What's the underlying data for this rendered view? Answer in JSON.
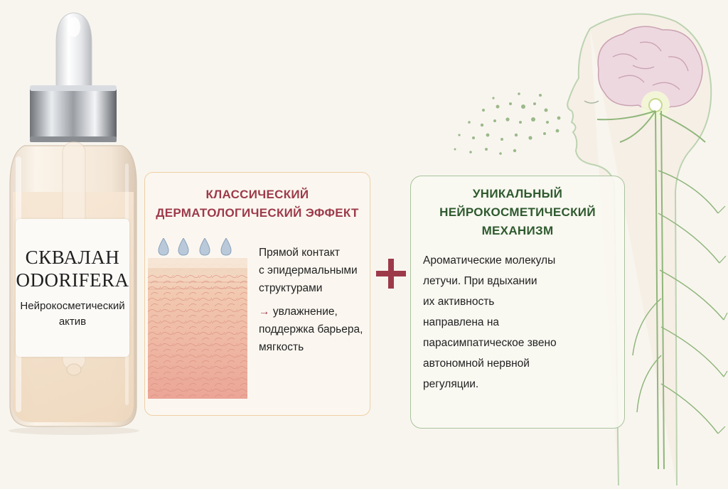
{
  "bottle": {
    "brand_line1": "СКВАЛАН",
    "brand_line2": "ODORIFERA",
    "subtitle_line1": "Нейрокосметический",
    "subtitle_line2": "актив"
  },
  "derm_panel": {
    "title_line1": "КЛАССИЧЕСКИЙ",
    "title_line2": "ДЕРМАТОЛОГИЧЕСКИЙ ЭФФЕКТ",
    "text_line1": "Прямой контакт",
    "text_line2": "с эпидермальными",
    "text_line3": "структурами",
    "arrow_glyph": "→",
    "result_line1": "увлажнение,",
    "result_line2": "поддержка барьера,",
    "result_line3": "мягкость"
  },
  "neuro_panel": {
    "title_line1": "УНИКАЛЬНЫЙ",
    "title_line2": "НЕЙРОКОСМЕТИЧЕСКИЙ",
    "title_line3": "МЕХАНИЗМ",
    "lines": [
      "Ароматические молекулы",
      "летучи. При вдыхании",
      "их активность",
      "направлена на",
      "парасимпатическое звено",
      "автономной нервной",
      "регуляции."
    ]
  },
  "colors": {
    "derm_accent": "#9d3a4a",
    "neuro_accent": "#2e5a2e",
    "derm_border": "#f0cfa4",
    "neuro_border": "#a9c39d",
    "background": "#f8f5ef"
  },
  "icons": [
    "serum-bottle-icon",
    "water-drop-icon",
    "skin-layers-icon",
    "plus-icon",
    "head-profile-icon",
    "brain-icon",
    "nerve-network-icon",
    "aroma-particles-icon"
  ]
}
